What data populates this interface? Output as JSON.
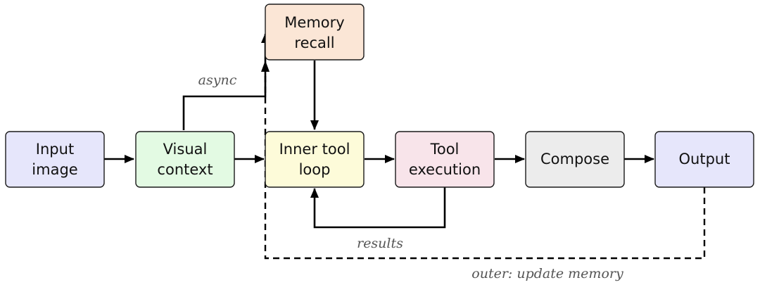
{
  "diagram": {
    "nodes": {
      "input": {
        "line1": "Input",
        "line2": "image",
        "fill": "#e6e6fb"
      },
      "visual": {
        "line1": "Visual",
        "line2": "context",
        "fill": "#e3fae3"
      },
      "memory": {
        "line1": "Memory",
        "line2": "recall",
        "fill": "#fbe6d6"
      },
      "inner": {
        "line1": "Inner tool",
        "line2": "loop",
        "fill": "#fdfbd9"
      },
      "tool": {
        "line1": "Tool",
        "line2": "execution",
        "fill": "#f8e4ea"
      },
      "compose": {
        "label": "Compose",
        "fill": "#ececec"
      },
      "output": {
        "label": "Output",
        "fill": "#e6e6fb"
      }
    },
    "edge_labels": {
      "async": "async",
      "results": "results",
      "outer": "outer: update memory"
    }
  }
}
